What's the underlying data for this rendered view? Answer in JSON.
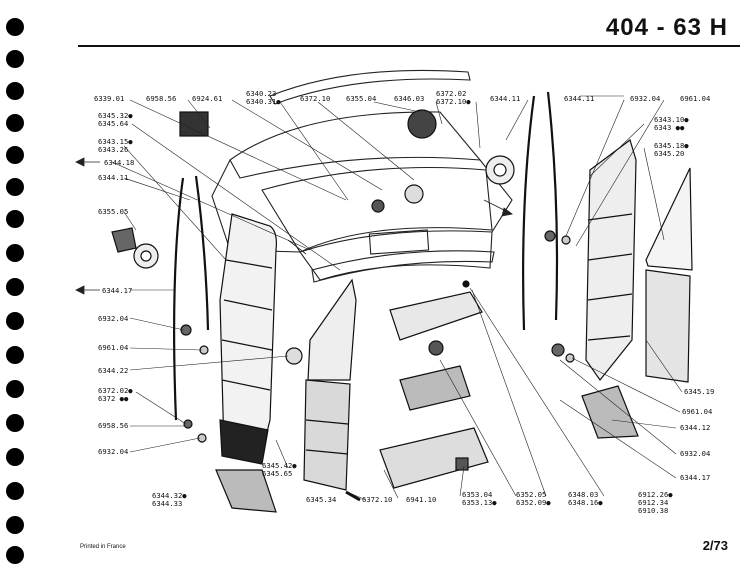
{
  "header": {
    "title": "404 - 63 H"
  },
  "footer": {
    "printed": "Printed in France",
    "page": "2/73"
  },
  "refs": {
    "r1": "6339.01",
    "r2": "6958.56",
    "r3": "6924.61",
    "r4a": "6340.23",
    "r4b": "6340.31●",
    "r5": "6372.10",
    "r6": "6355.04",
    "r7": "6346.03",
    "r8a": "6372.02",
    "r8b": "6372.10●",
    "r9": "6344.11",
    "r10": "6344.11",
    "r11": "6932.04",
    "r12": "6961.04",
    "r13a": "6345.32●",
    "r13b": "6345.64",
    "r14a": "6343.15●",
    "r14b": "6343.26",
    "r15": "6344.18",
    "r16": "6344.11",
    "r17": "6355.05",
    "r18": "6344.17",
    "r19": "6932.04",
    "r20": "6961.04",
    "r21": "6344.22",
    "r22a": "6372.02●",
    "r22b": "6372 ●●",
    "r23": "6958.56",
    "r24": "6932.04",
    "r25a": "6343.10●",
    "r25b": "6343 ●●",
    "r26a": "6345.18●",
    "r26b": "6345.20",
    "r27": "6345.19",
    "r28": "6961.04",
    "r29": "6344.12",
    "r30": "6932.04",
    "r31": "6344.17",
    "r32a": "6345.42●",
    "r32b": "6345.65",
    "r33a": "6344.32●",
    "r33b": "6344.33",
    "r34": "6345.34",
    "r35": "6372.10",
    "r36": "6941.10",
    "r37a": "6353.04",
    "r37b": "6353.13●",
    "r38a": "6352.05",
    "r38b": "6352.09●",
    "r39a": "6348.03",
    "r39b": "6348.16●",
    "r40a": "6912.26●",
    "r40b": "6912.34",
    "r40c": "6910.38"
  }
}
